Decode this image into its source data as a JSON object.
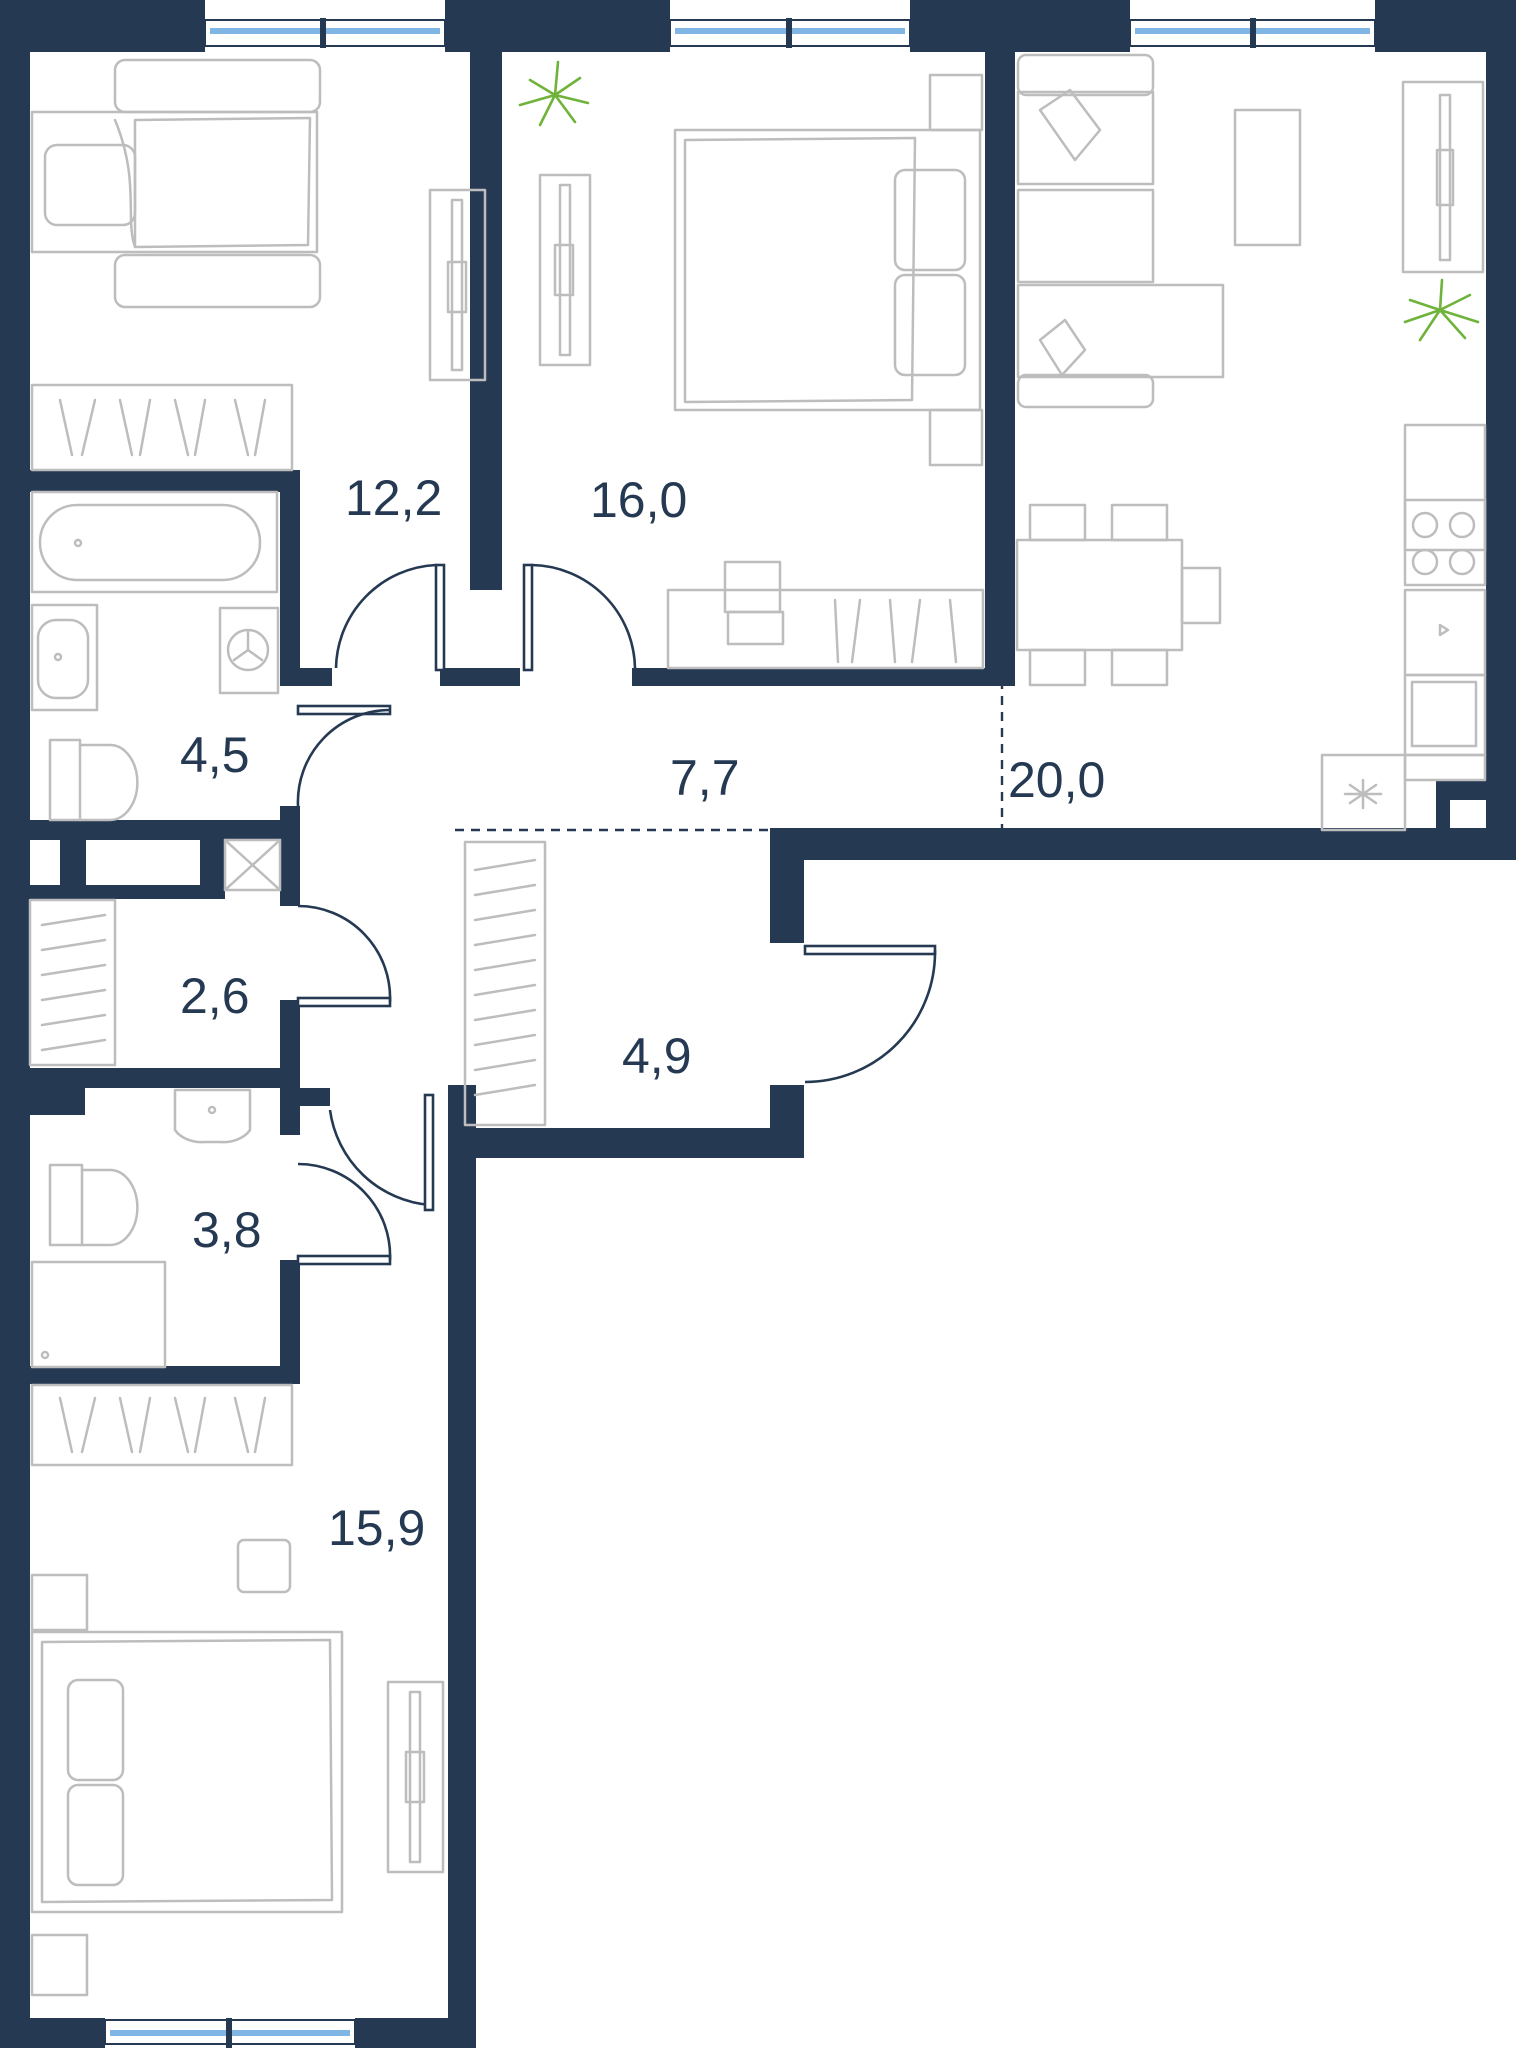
{
  "plan": {
    "colors": {
      "wall": "#253a52",
      "furniture": "#bdbdbd",
      "window": "#7fb6e6",
      "plant": "#6fb33a",
      "background": "#ffffff"
    },
    "rooms": [
      {
        "id": "bedroom-1",
        "area": "12,2"
      },
      {
        "id": "bedroom-2",
        "area": "16,0"
      },
      {
        "id": "living-kitchen",
        "area": "20,0"
      },
      {
        "id": "bathroom",
        "area": "4,5"
      },
      {
        "id": "hallway",
        "area": "7,7"
      },
      {
        "id": "storage",
        "area": "2,6"
      },
      {
        "id": "entrance",
        "area": "4,9"
      },
      {
        "id": "wc",
        "area": "3,8"
      },
      {
        "id": "bedroom-3",
        "area": "15,9"
      }
    ],
    "icons": [
      "bed-icon",
      "wardrobe-icon",
      "bathtub-icon",
      "toilet-icon",
      "sink-icon",
      "washer-icon",
      "sofa-icon",
      "dining-table-icon",
      "stove-icon",
      "plant-icon",
      "window-icon",
      "door-icon"
    ]
  }
}
